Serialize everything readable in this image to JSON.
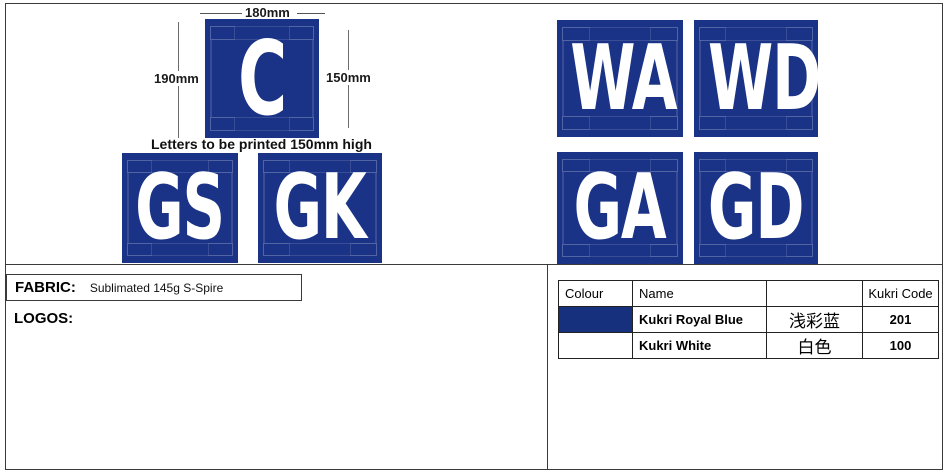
{
  "document": {
    "title": "Netball bib / letter print spec sheet"
  },
  "annotations": {
    "width_dim": "180mm",
    "height_dim_left": "190mm",
    "height_dim_right": "150mm",
    "note": "Letters to be printed 150mm high"
  },
  "tiles": [
    {
      "id": "tile-c",
      "letters": "C",
      "group": "primary"
    },
    {
      "id": "tile-gs",
      "letters": "GS",
      "group": "positions"
    },
    {
      "id": "tile-gk",
      "letters": "GK",
      "group": "positions"
    },
    {
      "id": "tile-wa",
      "letters": "WA",
      "group": "positions"
    },
    {
      "id": "tile-wd",
      "letters": "WD",
      "group": "positions"
    },
    {
      "id": "tile-ga",
      "letters": "GA",
      "group": "positions"
    },
    {
      "id": "tile-gd",
      "letters": "GD",
      "group": "positions"
    }
  ],
  "spec": {
    "fabric_label": "FABRIC:",
    "fabric_value": "Sublimated 145g S-Spire",
    "logos_label": "LOGOS:"
  },
  "colour_table": {
    "headers": {
      "colour": "Colour",
      "name": "Name",
      "chinese": "",
      "code": "Kukri Code"
    },
    "rows": [
      {
        "swatch_hex": "#17307d",
        "name": "Kukri Royal Blue",
        "chinese": "浅彩蓝",
        "code": "201"
      },
      {
        "swatch_hex": "#ffffff",
        "name": "Kukri White",
        "chinese": "白色",
        "code": "100"
      }
    ]
  },
  "colors": {
    "tile_blue": "#1b3387",
    "swatch_blue": "#17307d",
    "letter_white": "#ffffff",
    "frame_line": "#3a3a3a"
  }
}
